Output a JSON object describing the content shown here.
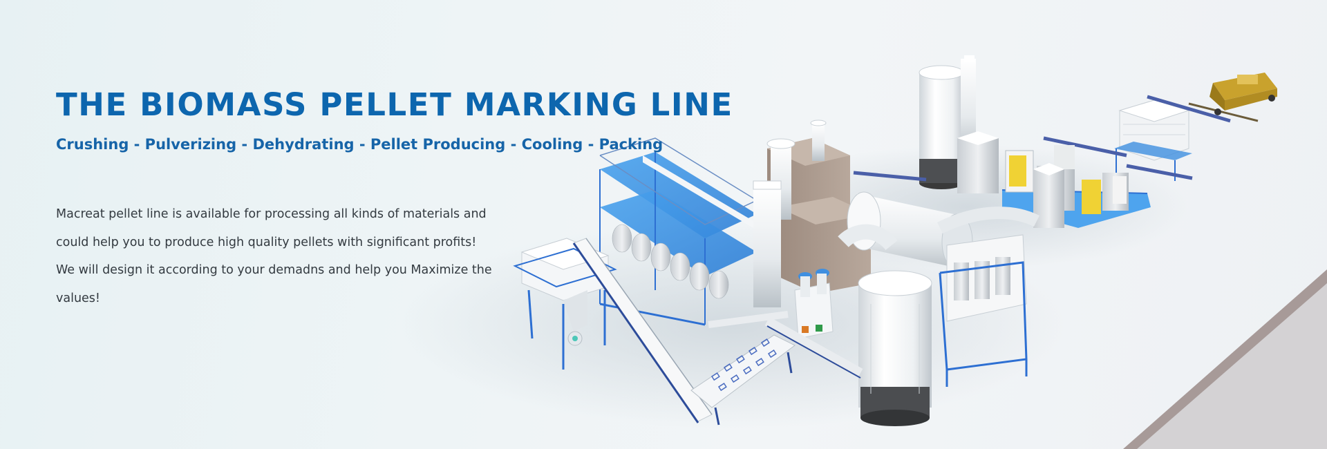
{
  "hero": {
    "title": "THE BIOMASS PELLET MARKING LINE",
    "subtitle": "Crushing - Pulverizing - Dehydrating - Pellet Producing - Cooling - Packing",
    "description": "Macreat pellet line is available for processing all kinds of materials and could help you to produce high quality pellets with significant profits! We will design it according to your demadns and help you Maximize the values!"
  },
  "colors": {
    "title": "#0d66ae",
    "accent_blue": "#3f8fe0",
    "frame_blue": "#2d6fd2",
    "machine_white": "#f4f6f8",
    "duct_brown": "#a8968a"
  },
  "illustration": {
    "subject": "isometric-pellet-production-line",
    "icons": [
      "silo-icon",
      "rotary-dryer-icon",
      "cyclone-icon",
      "conveyor-icon",
      "pellet-mill-icon",
      "truck-icon"
    ]
  }
}
